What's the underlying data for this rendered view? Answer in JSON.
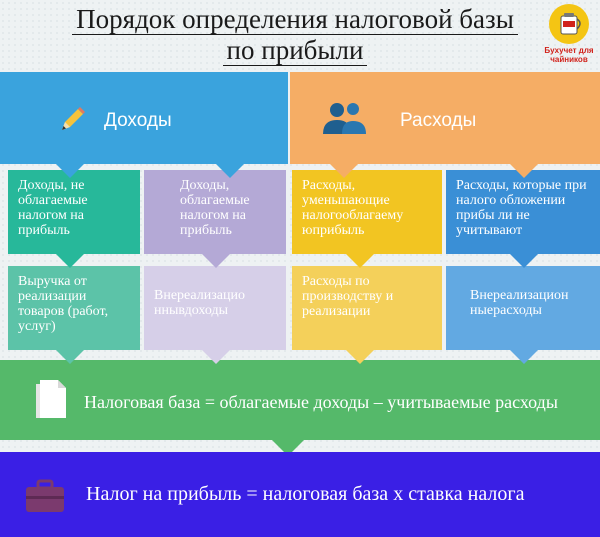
{
  "title": {
    "line1": "Порядок определения налоговой базы",
    "line2": "по прибыли"
  },
  "logo": {
    "line1": "Бухучет для",
    "line2": "чайников"
  },
  "income": {
    "label": "Доходы",
    "icon": "pencil-icon"
  },
  "expense": {
    "label": "Расходы",
    "icon": "people-icon"
  },
  "cards_row1": [
    {
      "text": "Доходы, не облагаемые налогом на прибыль",
      "color": "#27b89a"
    },
    {
      "text": "Доходы, облагаемые налогом на прибыль",
      "color": "#b4a9d6"
    },
    {
      "text": "Расходы, уменьшающие налогооблагаему юприбыль",
      "color": "#f2c522"
    },
    {
      "text": "Расходы, которые при налого обложении прибы ли не учитывают",
      "color": "#3a8fd6"
    }
  ],
  "cards_row2": [
    {
      "text": "Выручка от реализации товаров (работ, услуг)",
      "color": "#5cc3a8"
    },
    {
      "text": "Внереализацио ннывдоходы",
      "color": "#d6cfe8"
    },
    {
      "text": "Расходы по производству и реализации",
      "color": "#f4d05a"
    },
    {
      "text": "Внереализацион ныерасходы",
      "color": "#62a9e2"
    }
  ],
  "formula_base": {
    "text": "Налоговая база = облагаемые доходы – учитываемые расходы",
    "icon": "document-icon"
  },
  "formula_tax": {
    "text": "Налог на прибыль = налоговая база х ставка налога",
    "icon": "briefcase-icon"
  }
}
